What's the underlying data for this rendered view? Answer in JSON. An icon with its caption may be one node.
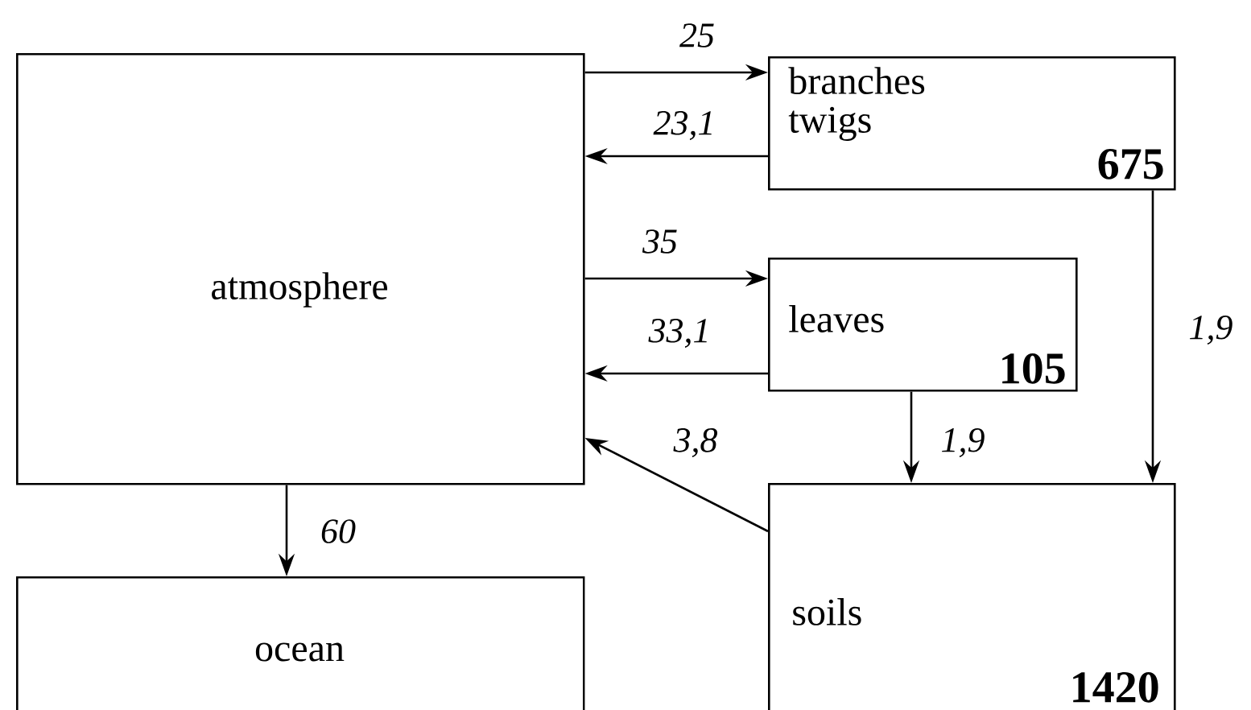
{
  "diagram": {
    "nodes": [
      {
        "text": [
          "atmosphere"
        ]
      },
      {
        "text": [
          "branches twigs",
          "**675**"
        ]
      },
      {
        "text": [
          "leaves",
          "**105**"
        ]
      },
      {
        "text": [
          "soils",
          "**1420**"
        ]
      },
      {
        "text": [
          "ocean"
        ]
      }
    ],
    "edges": [
      {
        "from": 0,
        "to": 1,
        "arrow": "to",
        "label": "25"
      },
      {
        "from": 1,
        "to": 0,
        "arrow": "to",
        "label": "23,1"
      },
      {
        "from": 0,
        "to": 2,
        "arrow": "to",
        "label": "35"
      },
      {
        "from": 2,
        "to": 0,
        "arrow": "to",
        "label": "33,1"
      },
      {
        "from": 1,
        "to": 3,
        "arrow": "to",
        "label": "1,9"
      },
      {
        "from": 2,
        "to": 3,
        "arrow": "to",
        "label": "1,9"
      },
      {
        "from": 3,
        "to": 0,
        "arrow": "to",
        "label": "3,8"
      },
      {
        "from": 0,
        "to": 4,
        "arrow": "to",
        "label": "60"
      }
    ]
  }
}
